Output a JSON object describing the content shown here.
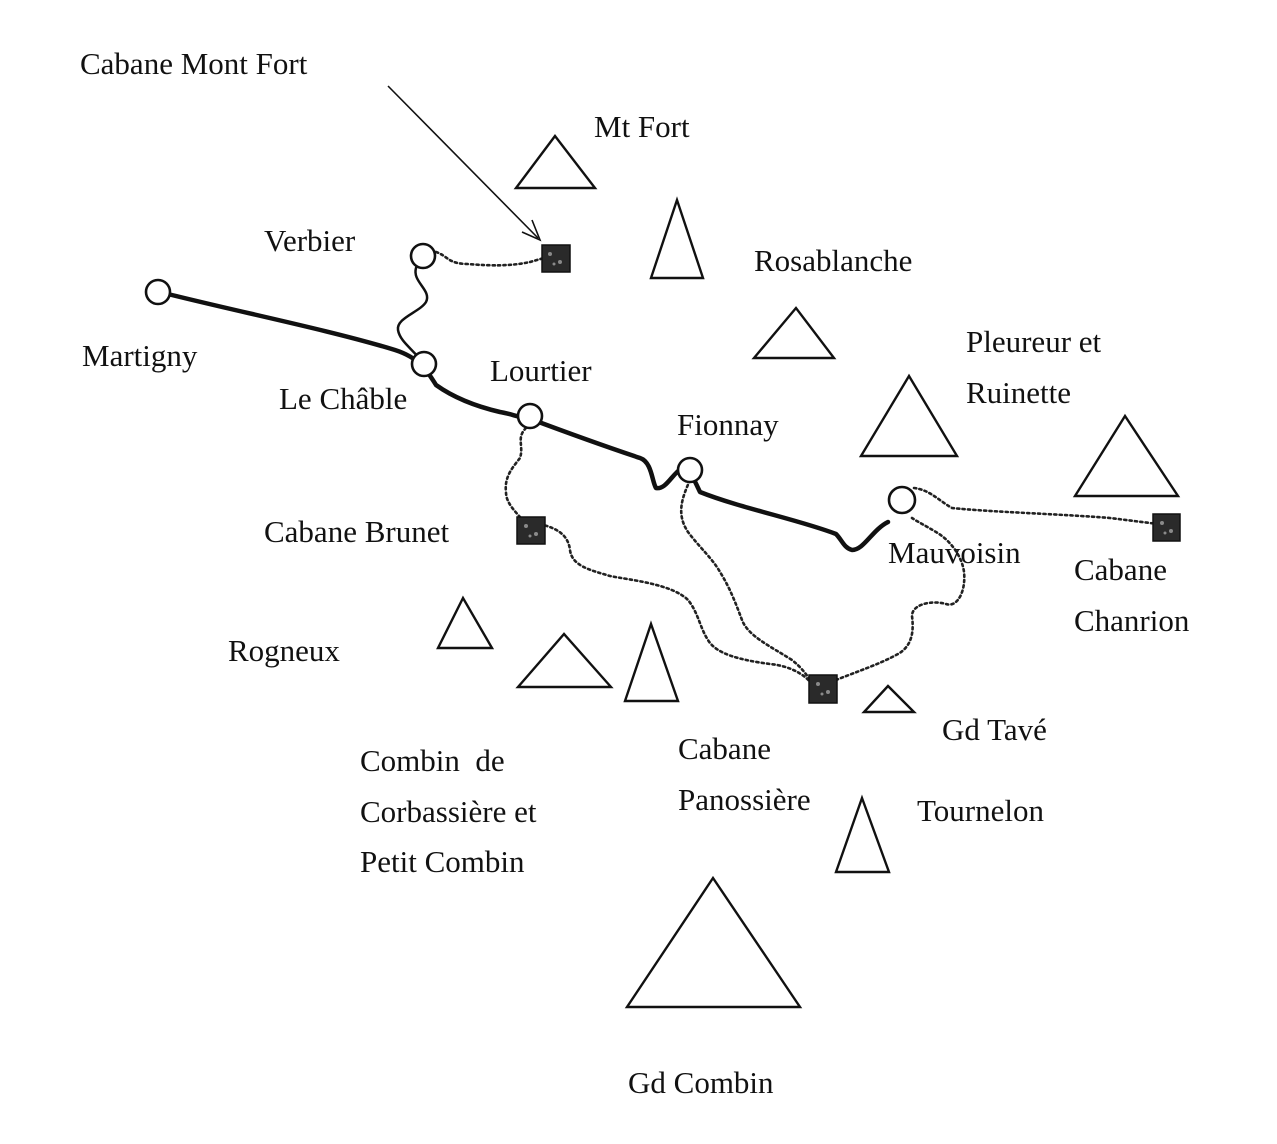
{
  "labels": {
    "cabane_mont_fort": "Cabane Mont Fort",
    "mt_fort": "Mt Fort",
    "verbier": "Verbier",
    "rosablanche": "Rosablanche",
    "martigny": "Martigny",
    "pleureur_line1": "Pleureur et",
    "pleureur_line2": "Ruinette",
    "le_chable": "Le Châble",
    "lourtier": "Lourtier",
    "fionnay": "Fionnay",
    "cabane_brunet": "Cabane Brunet",
    "mauvoisin": "Mauvoisin",
    "cabane_chanrion_line1": "Cabane",
    "cabane_chanrion_line2": "Chanrion",
    "rogneux": "Rogneux",
    "gd_tave": "Gd Tavé",
    "combin_line1": "Combin  de",
    "combin_line2": "Corbassière et",
    "combin_line3": "Petit Combin",
    "cabane_panossiere_line1": "Cabane",
    "cabane_panossiere_line2": "Panossière",
    "tournelon": "Tournelon",
    "gd_combin": "Gd Combin"
  },
  "legend_icons": {
    "town": "open-circle-icon",
    "hut": "filled-square-icon",
    "peak": "triangle-icon",
    "road": "solid-line",
    "trail": "dotted-line"
  },
  "colors": {
    "ink": "#111111",
    "paper": "#ffffff"
  }
}
